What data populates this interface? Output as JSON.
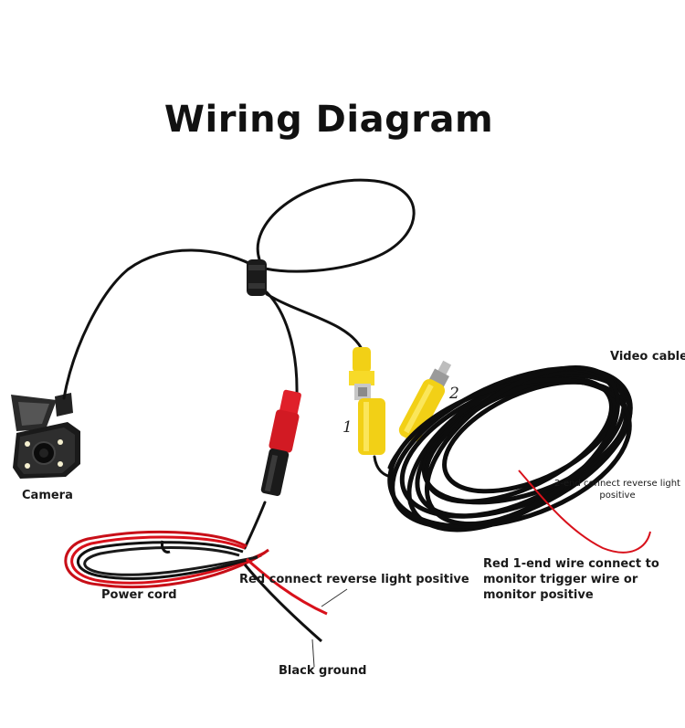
{
  "title": "Wiring Diagram",
  "labels": {
    "camera": "Camera",
    "video_cable": "Video cable",
    "power_cord": "Power cord",
    "red_reverse": "Red connect reverse light positive",
    "black_ground": "Black ground",
    "two_end": "2-end connect reverse light positive",
    "red_one_end": "Red 1-end wire connect to monitor trigger wire or monitor positive"
  },
  "connector_numbers": {
    "one": "1",
    "two": "2"
  },
  "colors": {
    "wire_black": "#111111",
    "wire_red": "#d8111b",
    "rca_yellow": "#f2d016",
    "power_red": "#e0202a"
  }
}
